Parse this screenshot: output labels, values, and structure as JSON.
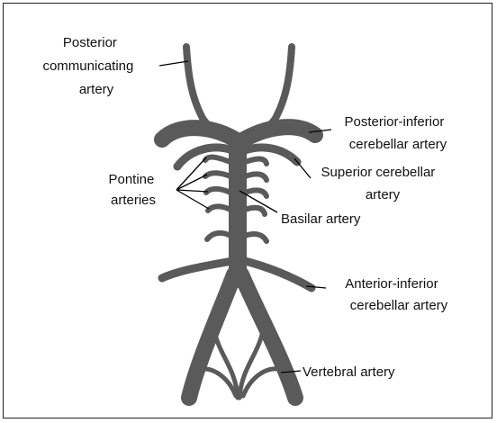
{
  "labels": {
    "posterior_communicating": [
      "Posterior",
      "communicating",
      "artery"
    ],
    "pontine": [
      "Pontine",
      "arteries"
    ],
    "posterior_inferior": [
      "Posterior-inferior",
      "cerebellar artery"
    ],
    "superior_cerebellar": [
      "Superior cerebellar",
      "artery"
    ],
    "basilar": "Basilar artery",
    "anterior_inferior": [
      "Anterior-inferior",
      "cerebellar artery"
    ],
    "vertebral": "Vertebral artery"
  },
  "colors": {
    "artery": "#5a5a5a",
    "leader": "#000000"
  }
}
